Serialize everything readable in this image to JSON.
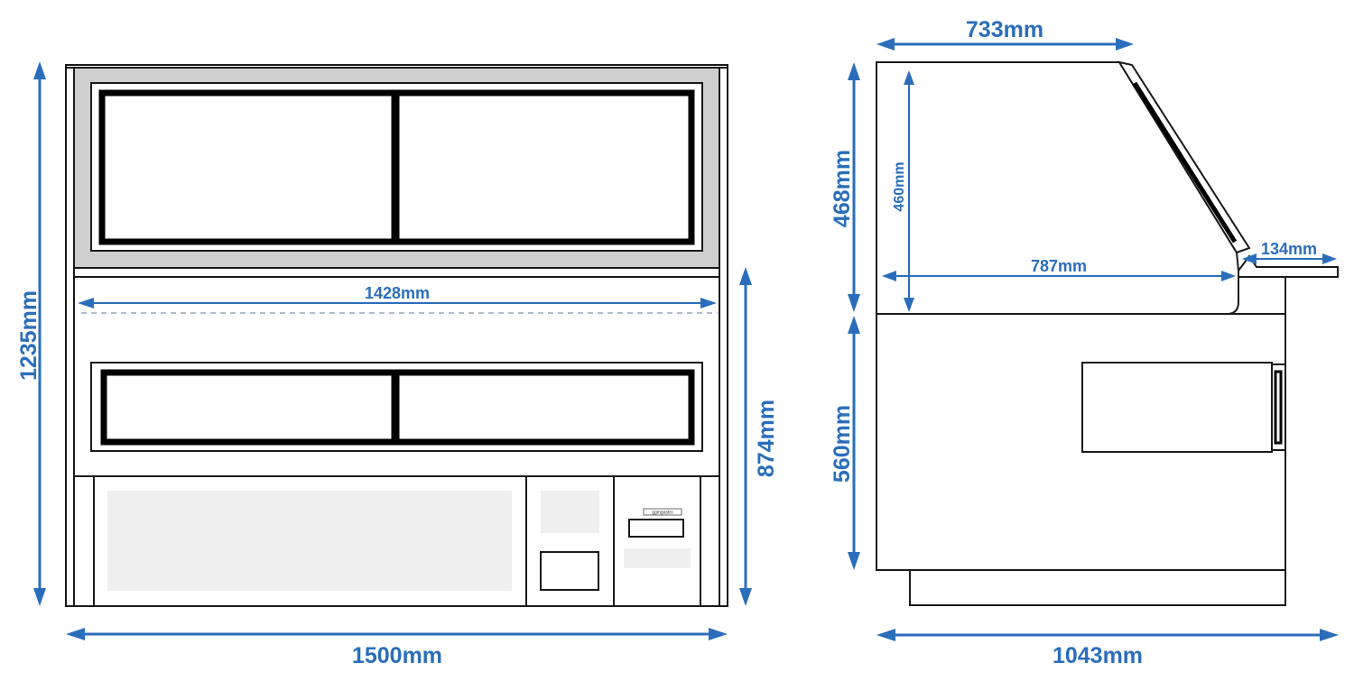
{
  "front_view": {
    "height_total": "1235mm",
    "height_counter": "874mm",
    "inner_width": "1428mm",
    "width_total": "1500mm",
    "brand_label": "ggmgastro"
  },
  "side_view": {
    "top_depth": "733mm",
    "upper_height": "468mm",
    "inner_height": "460mm",
    "inner_depth": "787mm",
    "shelf_depth": "134mm",
    "lower_height": "560mm",
    "depth_total": "1043mm"
  },
  "colors": {
    "dimension": "#2a6ebb",
    "outline": "#1a1a1a",
    "panel_grey": "#cfcfcf"
  }
}
